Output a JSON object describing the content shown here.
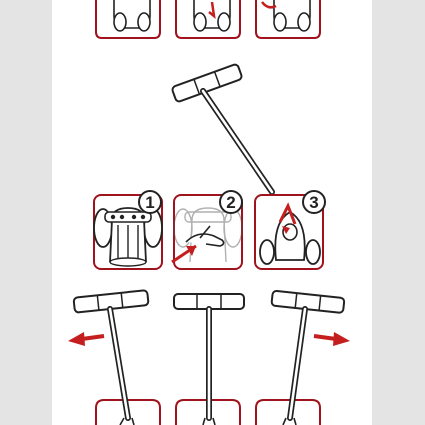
{
  "figure": {
    "step_numbers": [
      "1",
      "2",
      "3"
    ],
    "colors": {
      "frame": "#a0121c",
      "arrow": "#c41e1e",
      "ink": "#222222",
      "background": "#e4e4e4",
      "page": "#ffffff"
    }
  }
}
